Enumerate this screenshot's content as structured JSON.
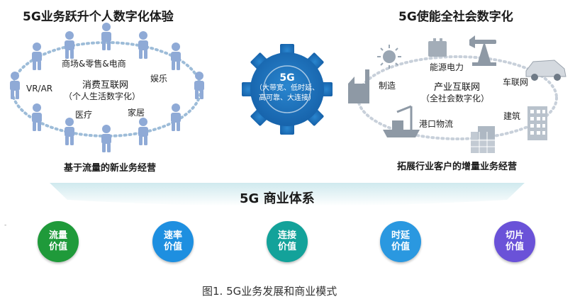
{
  "left": {
    "title": "5G业务跃升个人数字化体验",
    "center_title": "消费互联网",
    "center_sub": "（个人生活数字化）",
    "labels": [
      "商场&零售&电商",
      "娱乐",
      "VR/AR",
      "医疗",
      "家居"
    ],
    "footer": "基于流量的新业务经营"
  },
  "gear": {
    "title": "5G",
    "line1": "（大带宽、低时延、",
    "line2": "高可靠、大连接）",
    "color": "#1f6fb8"
  },
  "right": {
    "title": "5G使能全社会数字化",
    "center_title": "产业互联网",
    "center_sub": "（全社会数字化）",
    "labels": [
      "能源电力",
      "制造",
      "车联网",
      "港口物流",
      "建筑"
    ],
    "footer": "拓展行业客户的增量业务经营"
  },
  "band": {
    "title": "5G 商业体系",
    "marker": "-"
  },
  "values": [
    {
      "l1": "流量",
      "l2": "价值",
      "color": "#1f9a3a"
    },
    {
      "l1": "速率",
      "l2": "价值",
      "color": "#1e8fe0"
    },
    {
      "l1": "连接",
      "l2": "价值",
      "color": "#13a29a"
    },
    {
      "l1": "时延",
      "l2": "价值",
      "color": "#2a98e0"
    },
    {
      "l1": "切片",
      "l2": "价值",
      "color": "#6a52d8"
    }
  ],
  "caption": "图1.  5G业务发展和商业模式"
}
